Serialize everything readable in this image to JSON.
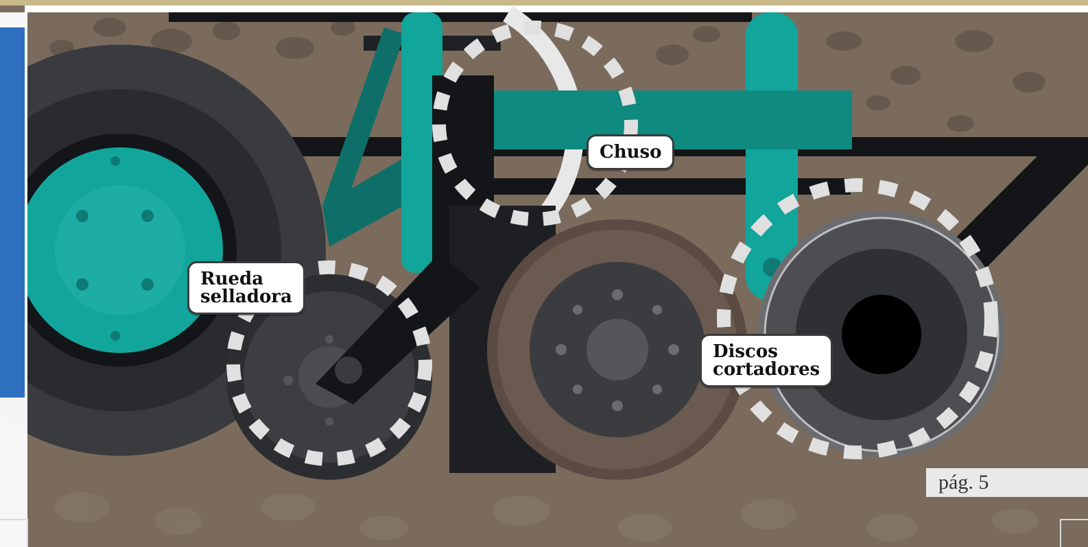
{
  "labels": {
    "chuso": "Chuso",
    "rueda_line1": "Rueda",
    "rueda_line2": "selladora",
    "discos_line1": "Discos",
    "discos_line2": "cortadores"
  },
  "page_number": "pág. 5",
  "colors": {
    "soil": "#7a6b5d",
    "teal": "#12a59c",
    "dark_teal": "#0e7a73",
    "black_frame": "#131518",
    "tire": "#2c2d30",
    "wheel_hub": "#3b3c40",
    "brown_ring": "#5b4b43"
  }
}
